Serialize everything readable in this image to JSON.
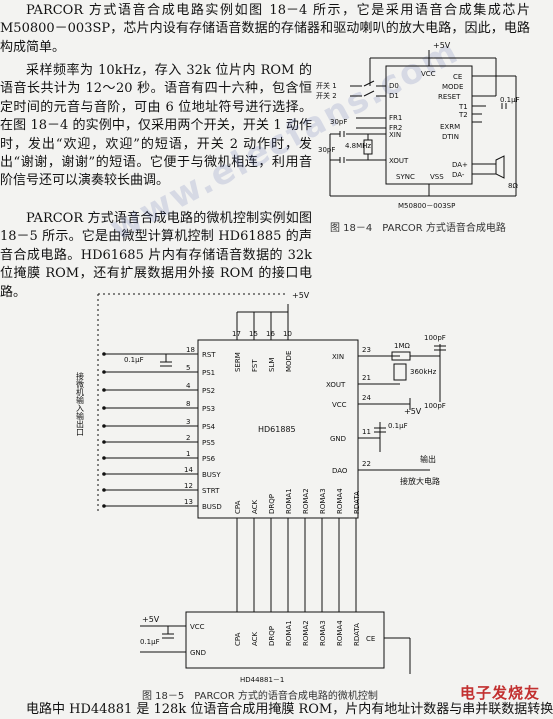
{
  "text": {
    "p1": "PARCOR 方式语音合成电路实例如图 18－4 所示，它是采用语音合成集成芯片 M50800－003SP，芯片内设有存储语音数据的存储器和驱动喇叭的放大电路，因此，电路构成简单。",
    "p2": "采样频率为 10kHz，存入 32k 位片内 ROM 的语音长共计为 12～20 秒。语音有四十六种，包含恒定时间的元音与音阶，可由 6 位地址符号进行选择。在图 18－4 的实例中，仅采用两个开关，开关 1 动作时，发出“欢迎，欢迎”的短语，开关 2 动作时，发出“谢谢，谢谢”的短语。它便于与微机相连，利用音阶信号还可以演奏较长曲调。",
    "p3": "PARCOR 方式语音合成电路的微机控制实例如图 18－5 所示。它是由微型计算机控制 HD61885 的声音合成电路。HD61685 片内有存储语音数据的 32k 位掩膜 ROM，还有扩展数据用外接 ROM 的接口电路。",
    "bottom": "电路中 HD44881 是 128k 位语音合成用掩膜 ROM，片内有地址计数器与串并联数据转换"
  },
  "fig4": {
    "caption": "图 18－4　PARCOR 方式语音合成电路",
    "vplus": "+5V",
    "sw1": "开关 1",
    "sw2": "开关 2",
    "left_pins": [
      "D0",
      "D1",
      "FR1",
      "FR2",
      "XIN",
      "XOUT"
    ],
    "right_pins": [
      "CE",
      "MODE",
      "RESET",
      "T1",
      "T2",
      "EXRM",
      "DTIN",
      "DA+",
      "DA-"
    ],
    "top_pin": "VCC",
    "bot_pins": [
      "SYNC",
      "VSS"
    ],
    "cap1": "30pF",
    "cap2": "30pF",
    "crystal": "4.8MHz",
    "cap3": "0.1μF",
    "spk": "8Ω",
    "chip": "M50800－003SP"
  },
  "fig5": {
    "caption": "图 18－5　PARCOR 方式的语音合成电路的微机控制",
    "chip1": "HD61885",
    "chip2": "HD44881－1",
    "vplus_top": "+5V",
    "vplus_mid": "+5V",
    "vplus_left": "+5V",
    "bus_label": "接微机输入输出口",
    "top_pins": [
      "SERM",
      "FST",
      "SLM",
      "MODE"
    ],
    "top_nums": [
      "17",
      "15",
      "16",
      "10"
    ],
    "left_pins": [
      "RST",
      "PS1",
      "PS2",
      "PS3",
      "PS4",
      "PS5",
      "PS6",
      "BUSY",
      "STRT",
      "BUSD"
    ],
    "left_nums": [
      "18",
      "5",
      "4",
      "8",
      "3",
      "2",
      "1",
      "14",
      "12",
      "13"
    ],
    "right_pins": [
      "XIN",
      "XOUT",
      "VCC",
      "GND",
      "DAO"
    ],
    "right_nums": [
      "23",
      "21",
      "24",
      "11",
      "22"
    ],
    "bot_pins": [
      "CPA",
      "ACK",
      "DRQP",
      "ROMA1",
      "ROMA2",
      "ROMA3",
      "ROMA4",
      "RDATA"
    ],
    "chip2_pins": [
      "CPA",
      "ACK",
      "DRQP",
      "ROMA1",
      "ROMA2",
      "ROMA3",
      "ROMA4",
      "RDATA"
    ],
    "chip2_left": [
      "VCC",
      "GND"
    ],
    "chip2_right": "CE",
    "r1": "1MΩ",
    "c1": "100pF",
    "c2": "100pF",
    "xtal": "360kHz",
    "c3": "0.1μF",
    "c4": "0.1μF",
    "c5": "0.1μF",
    "out_label": "输出",
    "amp_label": "接放大电路"
  },
  "watermark": "www.elecfans.com",
  "logo": "电子发烧友"
}
